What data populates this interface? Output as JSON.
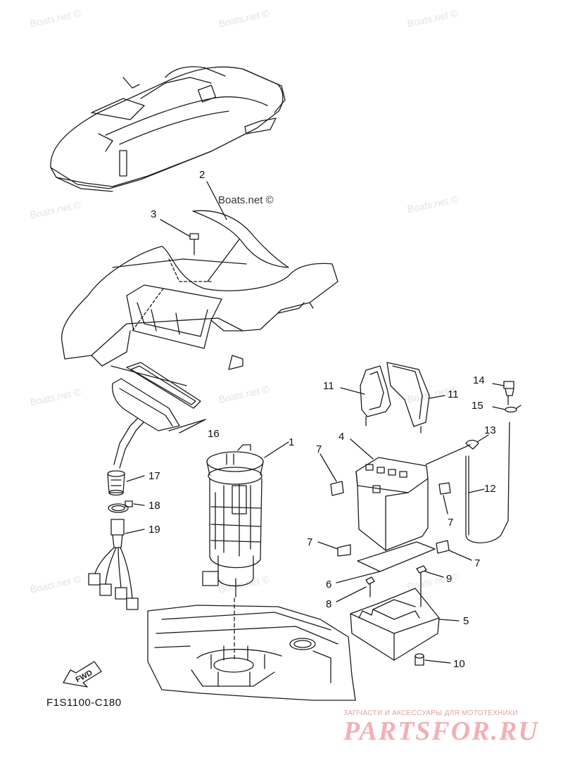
{
  "watermark_text": "Boats.net ©",
  "callouts": [
    "1",
    "2",
    "3",
    "4",
    "5",
    "6",
    "7",
    "8",
    "9",
    "10",
    "11",
    "12",
    "13",
    "14",
    "15",
    "16",
    "17",
    "18",
    "19"
  ],
  "forward_label": "FWD",
  "diagram_code": "F1S1100-C180",
  "brand": {
    "tagline": "ЗАПЧАСТИ И АКСЕССУАРЫ ДЛЯ МОТОТЕХНИКИ",
    "logo": "PARTSFOR.RU",
    "color": "#f2b0b4"
  },
  "colors": {
    "line": "#1a1a1a",
    "watermark": "#e3e3e3"
  }
}
